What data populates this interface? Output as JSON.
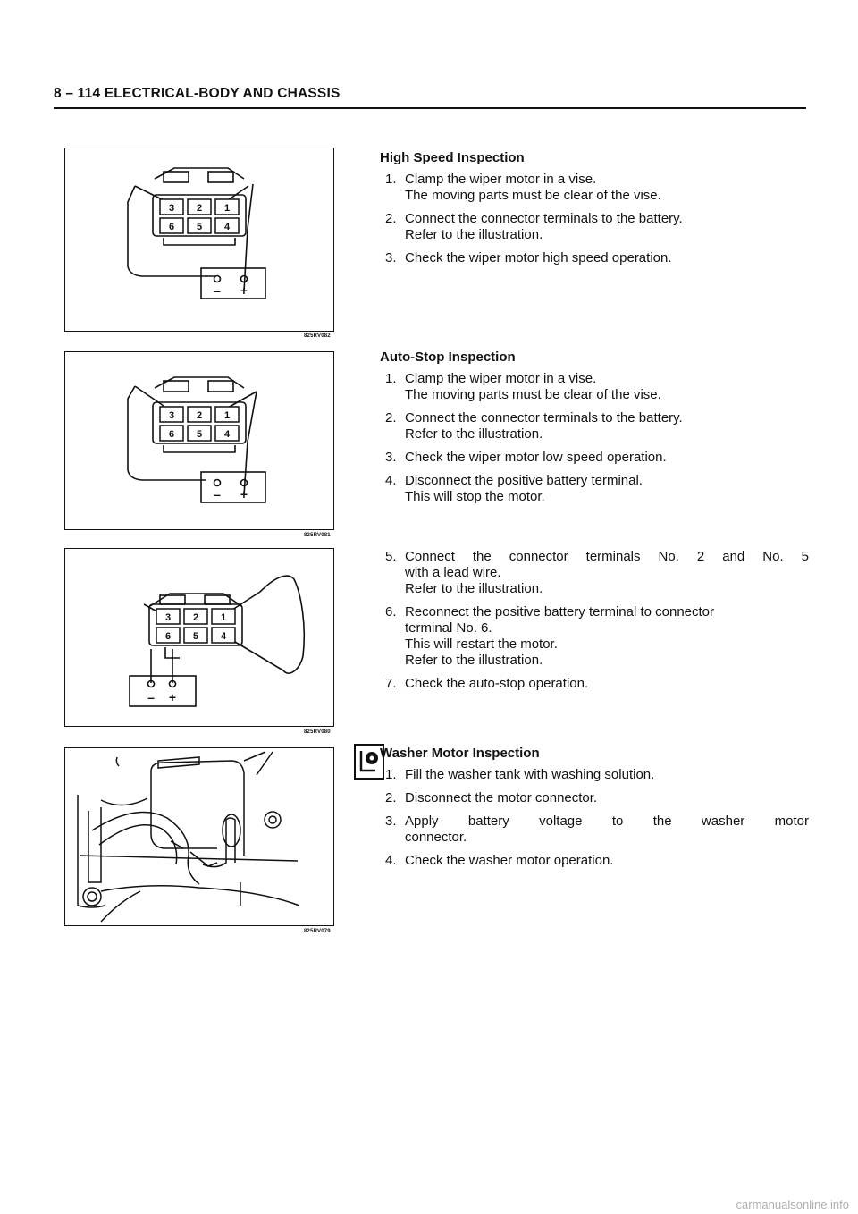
{
  "header": {
    "title": "8 – 114 ELECTRICAL-BODY AND CHASSIS"
  },
  "figures": [
    {
      "code": "825RV082",
      "terminals": [
        "3",
        "2",
        "1",
        "6",
        "5",
        "4"
      ],
      "battery": [
        "–",
        "+"
      ]
    },
    {
      "code": "825RV081",
      "terminals": [
        "3",
        "2",
        "1",
        "6",
        "5",
        "4"
      ],
      "battery": [
        "–",
        "+"
      ]
    },
    {
      "code": "825RV080",
      "terminals": [
        "3",
        "2",
        "1",
        "6",
        "5",
        "4"
      ],
      "battery": [
        "–",
        "+"
      ]
    },
    {
      "code": "825RV079"
    }
  ],
  "sections": {
    "high_speed": {
      "title": "High Speed Inspection",
      "steps": [
        {
          "num": "1.",
          "lines": [
            "Clamp the wiper motor in a vise.",
            "The moving parts must be clear of the vise."
          ]
        },
        {
          "num": "2.",
          "lines": [
            "Connect the connector terminals to the battery.",
            "Refer to the illustration."
          ]
        },
        {
          "num": "3.",
          "lines": [
            "Check the wiper motor high speed operation."
          ]
        }
      ]
    },
    "auto_stop": {
      "title": "Auto-Stop Inspection",
      "steps": [
        {
          "num": "1.",
          "lines": [
            "Clamp the wiper motor in a vise.",
            "The moving parts must be clear of the vise."
          ]
        },
        {
          "num": "2.",
          "lines": [
            "Connect the connector terminals to the battery.",
            "Refer to the illustration."
          ]
        },
        {
          "num": "3.",
          "lines": [
            "Check the wiper motor low speed operation."
          ]
        },
        {
          "num": "4.",
          "lines": [
            "Disconnect the positive battery terminal.",
            "This will stop the motor."
          ]
        },
        {
          "num": "5.",
          "lines": [
            "Connect the connector terminals No. 2 and No. 5",
            "with a lead wire.",
            "Refer to the illustration."
          ]
        },
        {
          "num": "6.",
          "lines": [
            "Reconnect the positive battery terminal to connector",
            "terminal No. 6.",
            "This will restart the motor.",
            "Refer to the illustration."
          ]
        },
        {
          "num": "7.",
          "lines": [
            "Check the auto-stop operation."
          ]
        }
      ]
    },
    "washer": {
      "title": "Washer Motor Inspection",
      "steps": [
        {
          "num": "1.",
          "lines": [
            "Fill the washer tank with washing solution."
          ]
        },
        {
          "num": "2.",
          "lines": [
            "Disconnect the motor connector."
          ]
        },
        {
          "num": "3.",
          "lines": [
            "Apply battery voltage to the washer motor",
            "connector."
          ]
        },
        {
          "num": "4.",
          "lines": [
            "Check the washer motor operation."
          ]
        }
      ]
    }
  },
  "footer": {
    "watermark": "carmanualsonline.info"
  }
}
